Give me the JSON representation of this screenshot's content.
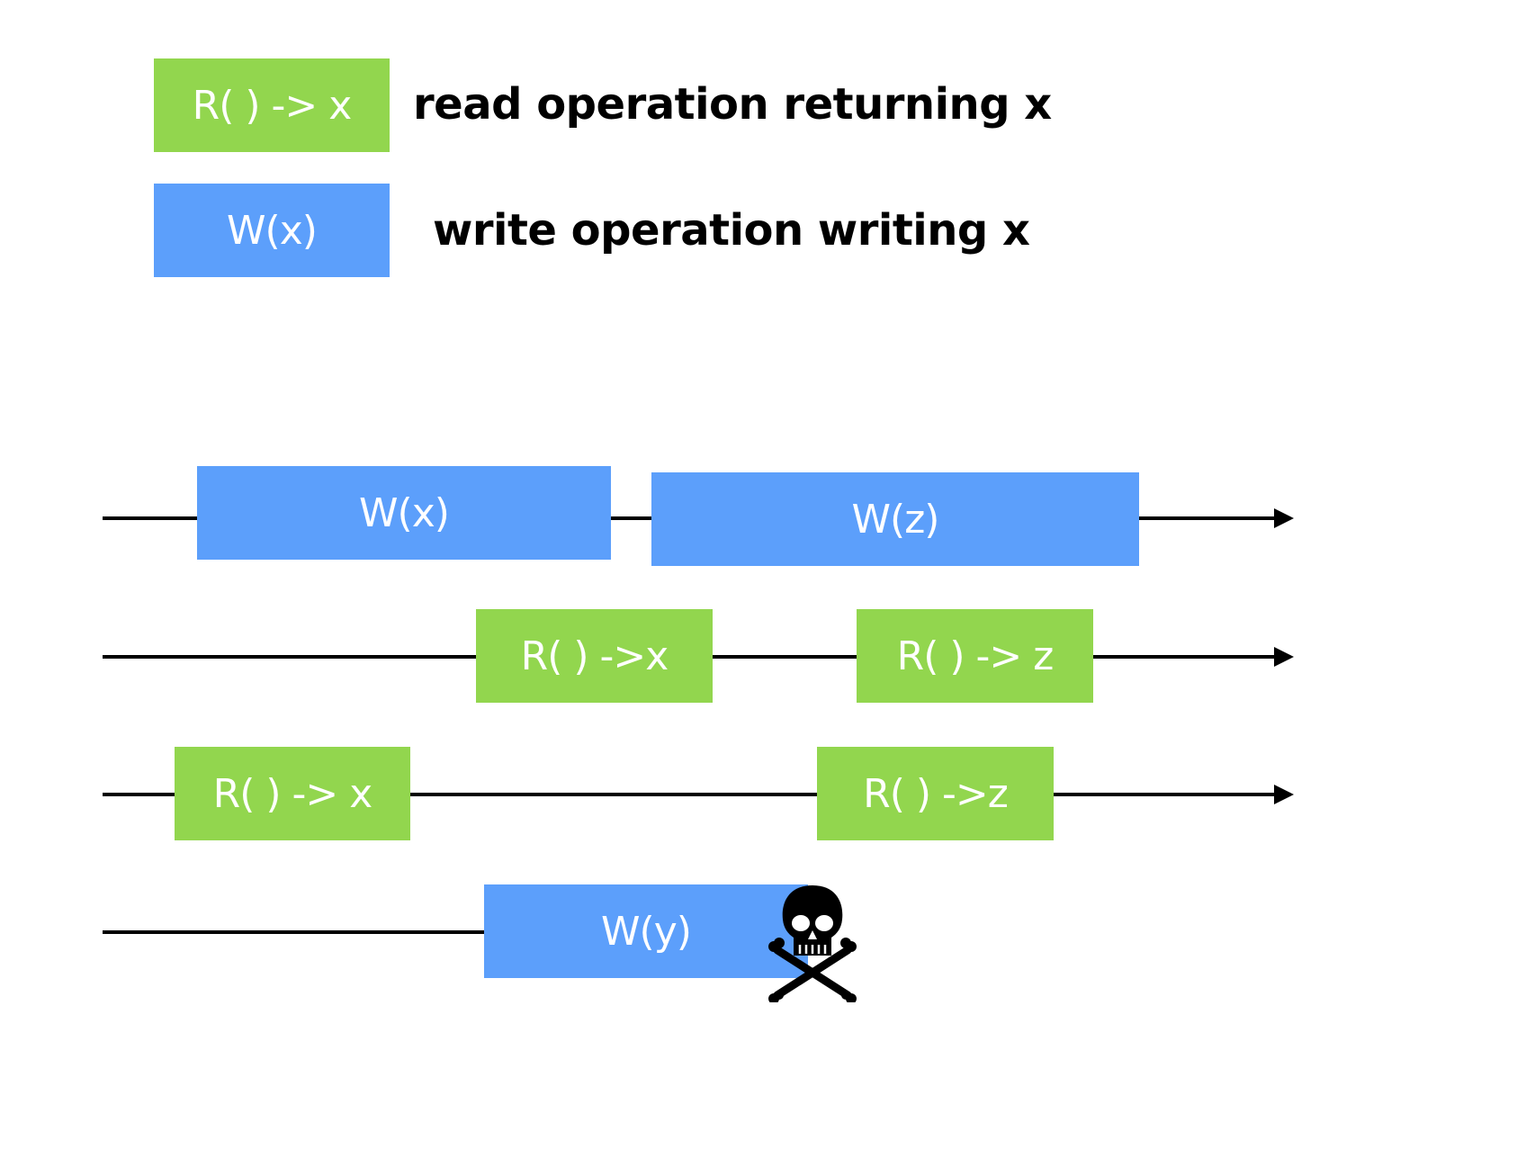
{
  "legend": {
    "read": {
      "box_label": "R( ) -> x",
      "description": "read operation returning x"
    },
    "write": {
      "box_label": "W(x)",
      "description": "write operation writing x"
    }
  },
  "processes": [
    {
      "operations": [
        {
          "kind": "write",
          "label": "W(x)"
        },
        {
          "kind": "write",
          "label": "W(z)"
        }
      ],
      "arrow": true
    },
    {
      "operations": [
        {
          "kind": "read",
          "label": "R( ) ->x"
        },
        {
          "kind": "read",
          "label": "R( ) -> z"
        }
      ],
      "arrow": true
    },
    {
      "operations": [
        {
          "kind": "read",
          "label": "R( ) -> x"
        },
        {
          "kind": "read",
          "label": "R( ) ->z"
        }
      ],
      "arrow": true
    },
    {
      "operations": [
        {
          "kind": "write",
          "label": "W(y)"
        }
      ],
      "arrow": false,
      "crashed": true
    }
  ],
  "crash_icon": "skull-and-crossbones-icon",
  "colors": {
    "read": "#92d64e",
    "write": "#5c9ffb",
    "line": "#000000"
  }
}
